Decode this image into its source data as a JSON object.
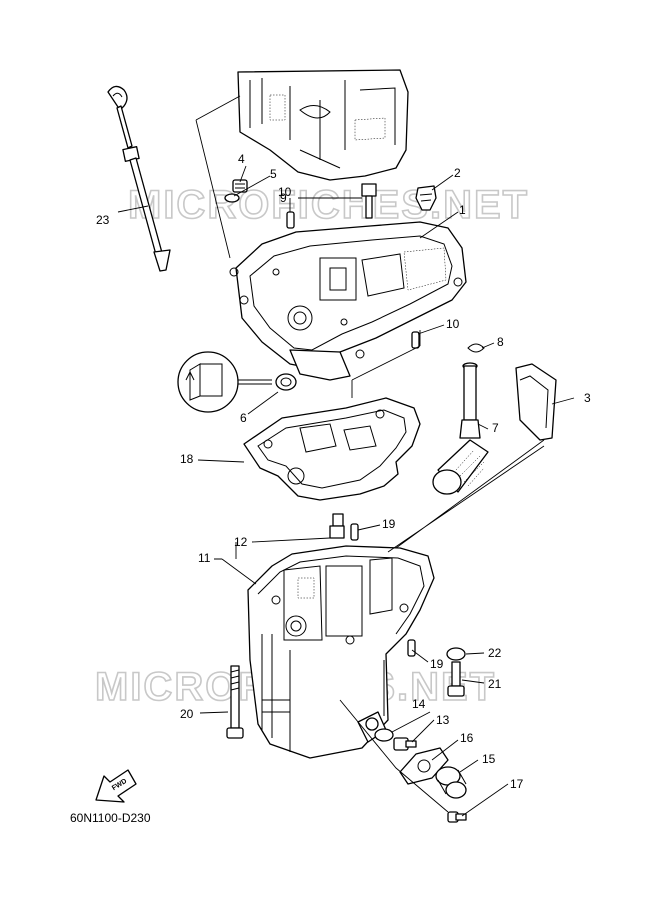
{
  "watermark": "MICROFICHES.NET",
  "diagram_code": "60N1100-D230",
  "fwd_label": "FWD",
  "callouts": [
    {
      "id": "c1",
      "label": "1"
    },
    {
      "id": "c2",
      "label": "2"
    },
    {
      "id": "c3",
      "label": "3"
    },
    {
      "id": "c4",
      "label": "4"
    },
    {
      "id": "c5",
      "label": "5"
    },
    {
      "id": "c6",
      "label": "6"
    },
    {
      "id": "c7",
      "label": "7"
    },
    {
      "id": "c8",
      "label": "8"
    },
    {
      "id": "c9",
      "label": "9"
    },
    {
      "id": "c10a",
      "label": "10"
    },
    {
      "id": "c10b",
      "label": "10"
    },
    {
      "id": "c11",
      "label": "11"
    },
    {
      "id": "c12",
      "label": "12"
    },
    {
      "id": "c13",
      "label": "13"
    },
    {
      "id": "c14",
      "label": "14"
    },
    {
      "id": "c15",
      "label": "15"
    },
    {
      "id": "c16",
      "label": "16"
    },
    {
      "id": "c17",
      "label": "17"
    },
    {
      "id": "c18",
      "label": "18"
    },
    {
      "id": "c19a",
      "label": "19"
    },
    {
      "id": "c19b",
      "label": "19"
    },
    {
      "id": "c20",
      "label": "20"
    },
    {
      "id": "c21",
      "label": "21"
    },
    {
      "id": "c22",
      "label": "22"
    },
    {
      "id": "c23",
      "label": "23"
    }
  ]
}
